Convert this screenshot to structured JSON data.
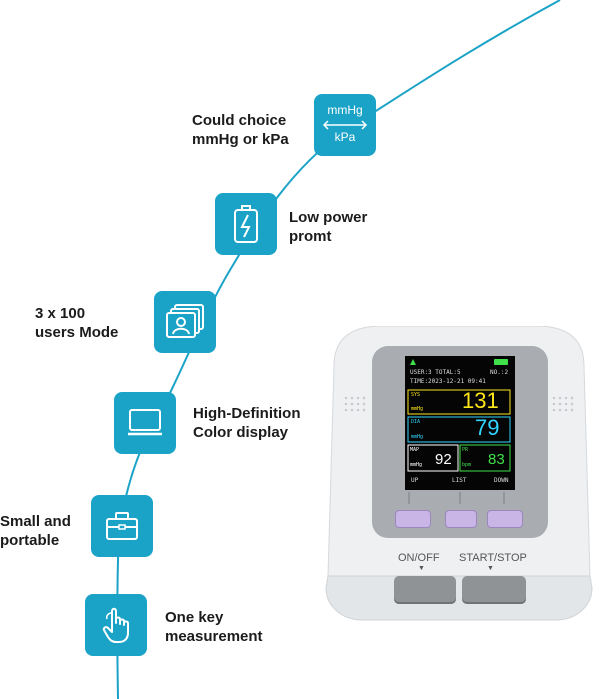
{
  "features": [
    {
      "id": "unit",
      "text": "Could choice\nmmHg or kPa",
      "icon": "unit-switch-icon",
      "unit_top": "mmHg",
      "unit_bottom": "kPa"
    },
    {
      "id": "power",
      "text": "Low power\npromt",
      "icon": "battery-icon"
    },
    {
      "id": "users",
      "text": "3 x 100\nusers Mode",
      "icon": "user-profiles-icon"
    },
    {
      "id": "display",
      "text": "High-Definition\nColor display",
      "icon": "monitor-icon"
    },
    {
      "id": "portable",
      "text": "Small and\nportable",
      "icon": "briefcase-icon"
    },
    {
      "id": "onekey",
      "text": "One key\nmeasurement",
      "icon": "tap-hand-icon"
    }
  ],
  "device": {
    "screen": {
      "user_line": "USER:3  TOTAL:5",
      "no_label": "NO.:2",
      "time_line": "TIME:2023-12-21  09:41",
      "sys_label": "SYS",
      "sys_unit": "mmHg",
      "sys_value": "131",
      "dia_label": "DIA",
      "dia_unit": "mmHg",
      "dia_value": "79",
      "map_label": "MAP",
      "map_unit": "mmHg",
      "map_value": "92",
      "pr_label": "PR",
      "pr_unit": "bpm",
      "pr_value": "83",
      "soft_up": "UP",
      "soft_list": "LIST",
      "soft_down": "DOWN"
    },
    "on_off_label": "ON/OFF",
    "start_stop_label": "START/STOP"
  },
  "colors": {
    "accent": "#1aa3c7",
    "sys": "#ffe61a",
    "dia": "#33d4ff",
    "pr": "#3fe04a",
    "soft_button": "#c9b5e6",
    "hard_button": "#8f9396"
  }
}
